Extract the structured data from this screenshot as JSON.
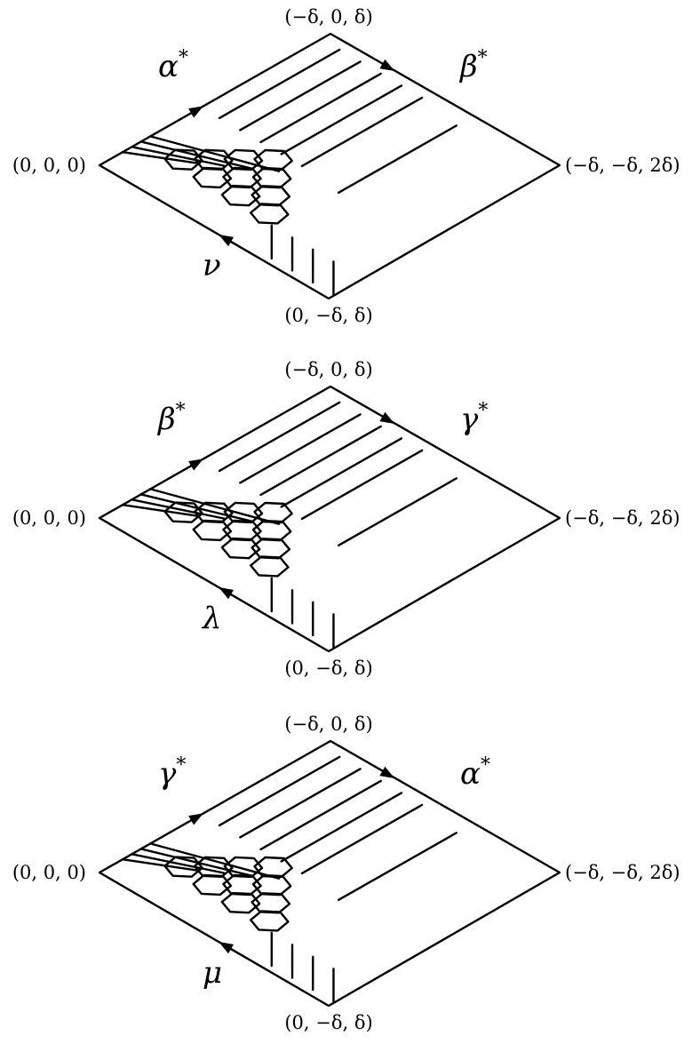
{
  "panels": [
    {
      "corners": {
        "top": "(−δ, 0, δ)",
        "left": "(0, 0, 0)",
        "right": "(−δ, −δ, 2δ)",
        "bottom": "(0, −δ, δ)"
      },
      "labels": {
        "upper_left": "α",
        "upper_right": "β",
        "lower_left": "ν"
      },
      "upper_stars": [
        "*",
        "*"
      ]
    },
    {
      "corners": {
        "top": "(−δ, 0, δ)",
        "left": "(0, 0, 0)",
        "right": "(−δ, −δ, 2δ)",
        "bottom": "(0, −δ, δ)"
      },
      "labels": {
        "upper_left": "β",
        "upper_right": "γ",
        "lower_left": "λ"
      },
      "upper_stars": [
        "*",
        "*"
      ]
    },
    {
      "corners": {
        "top": "(−δ, 0, δ)",
        "left": "(0, 0, 0)",
        "right": "(−δ, −δ, 2δ)",
        "bottom": "(0, −δ, δ)"
      },
      "labels": {
        "upper_left": "γ",
        "upper_right": "α",
        "lower_left": "μ"
      },
      "upper_stars": [
        "*",
        "*"
      ]
    }
  ]
}
